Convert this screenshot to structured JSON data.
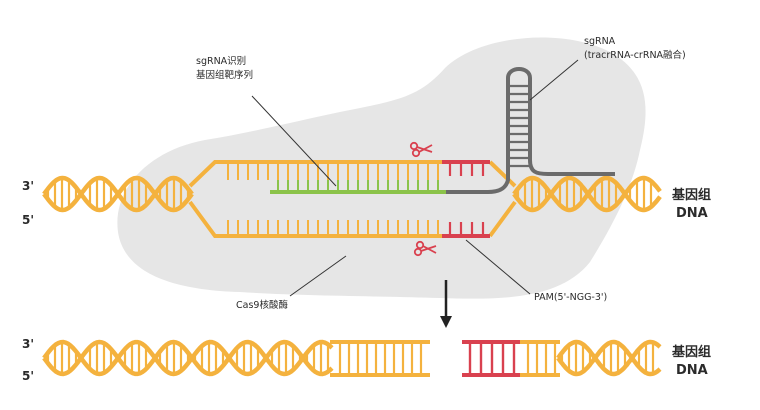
{
  "labels": {
    "sgrna_guide_line1": "sgRNA识别",
    "sgrna_guide_line2": "基因组靶序列",
    "sgrna_line1": "sgRNA",
    "sgrna_line2": "(tracrRNA-crRNA融合)",
    "pam": "PAM(5'-NGG-3')",
    "cas9": "Cas9核酸酶",
    "top_strand_3": "3'",
    "top_strand_5": "5'",
    "bottom_strand_3": "3'",
    "bottom_strand_5": "5'",
    "genome_line1_top": "基因组",
    "genome_line2_top": "DNA",
    "genome_line1_bottom": "基因组",
    "genome_line2_bottom": "DNA"
  },
  "colors": {
    "dna": "#f4b23e",
    "guide": "#8bc34a",
    "pam": "#d9414f",
    "sgrna": "#6b6b6b",
    "cas9": "#e6e6e6",
    "arrow": "#222222"
  },
  "icons": [
    "scissors-icon-top",
    "scissors-icon-bottom",
    "down-arrow-icon"
  ]
}
